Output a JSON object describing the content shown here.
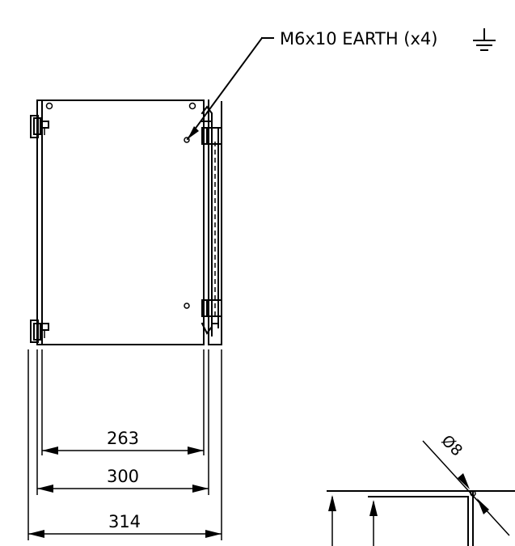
{
  "annotation": {
    "earth_label": "M6x10 EARTH (x4)"
  },
  "dimensions": {
    "inner_width": "263",
    "panel_width": "300",
    "overall_width": "314",
    "hole_diameter": "Ø8"
  },
  "icons": {
    "earth_symbol": "earth-ground-icon"
  },
  "colors": {
    "line": "#000000",
    "background": "#ffffff"
  }
}
